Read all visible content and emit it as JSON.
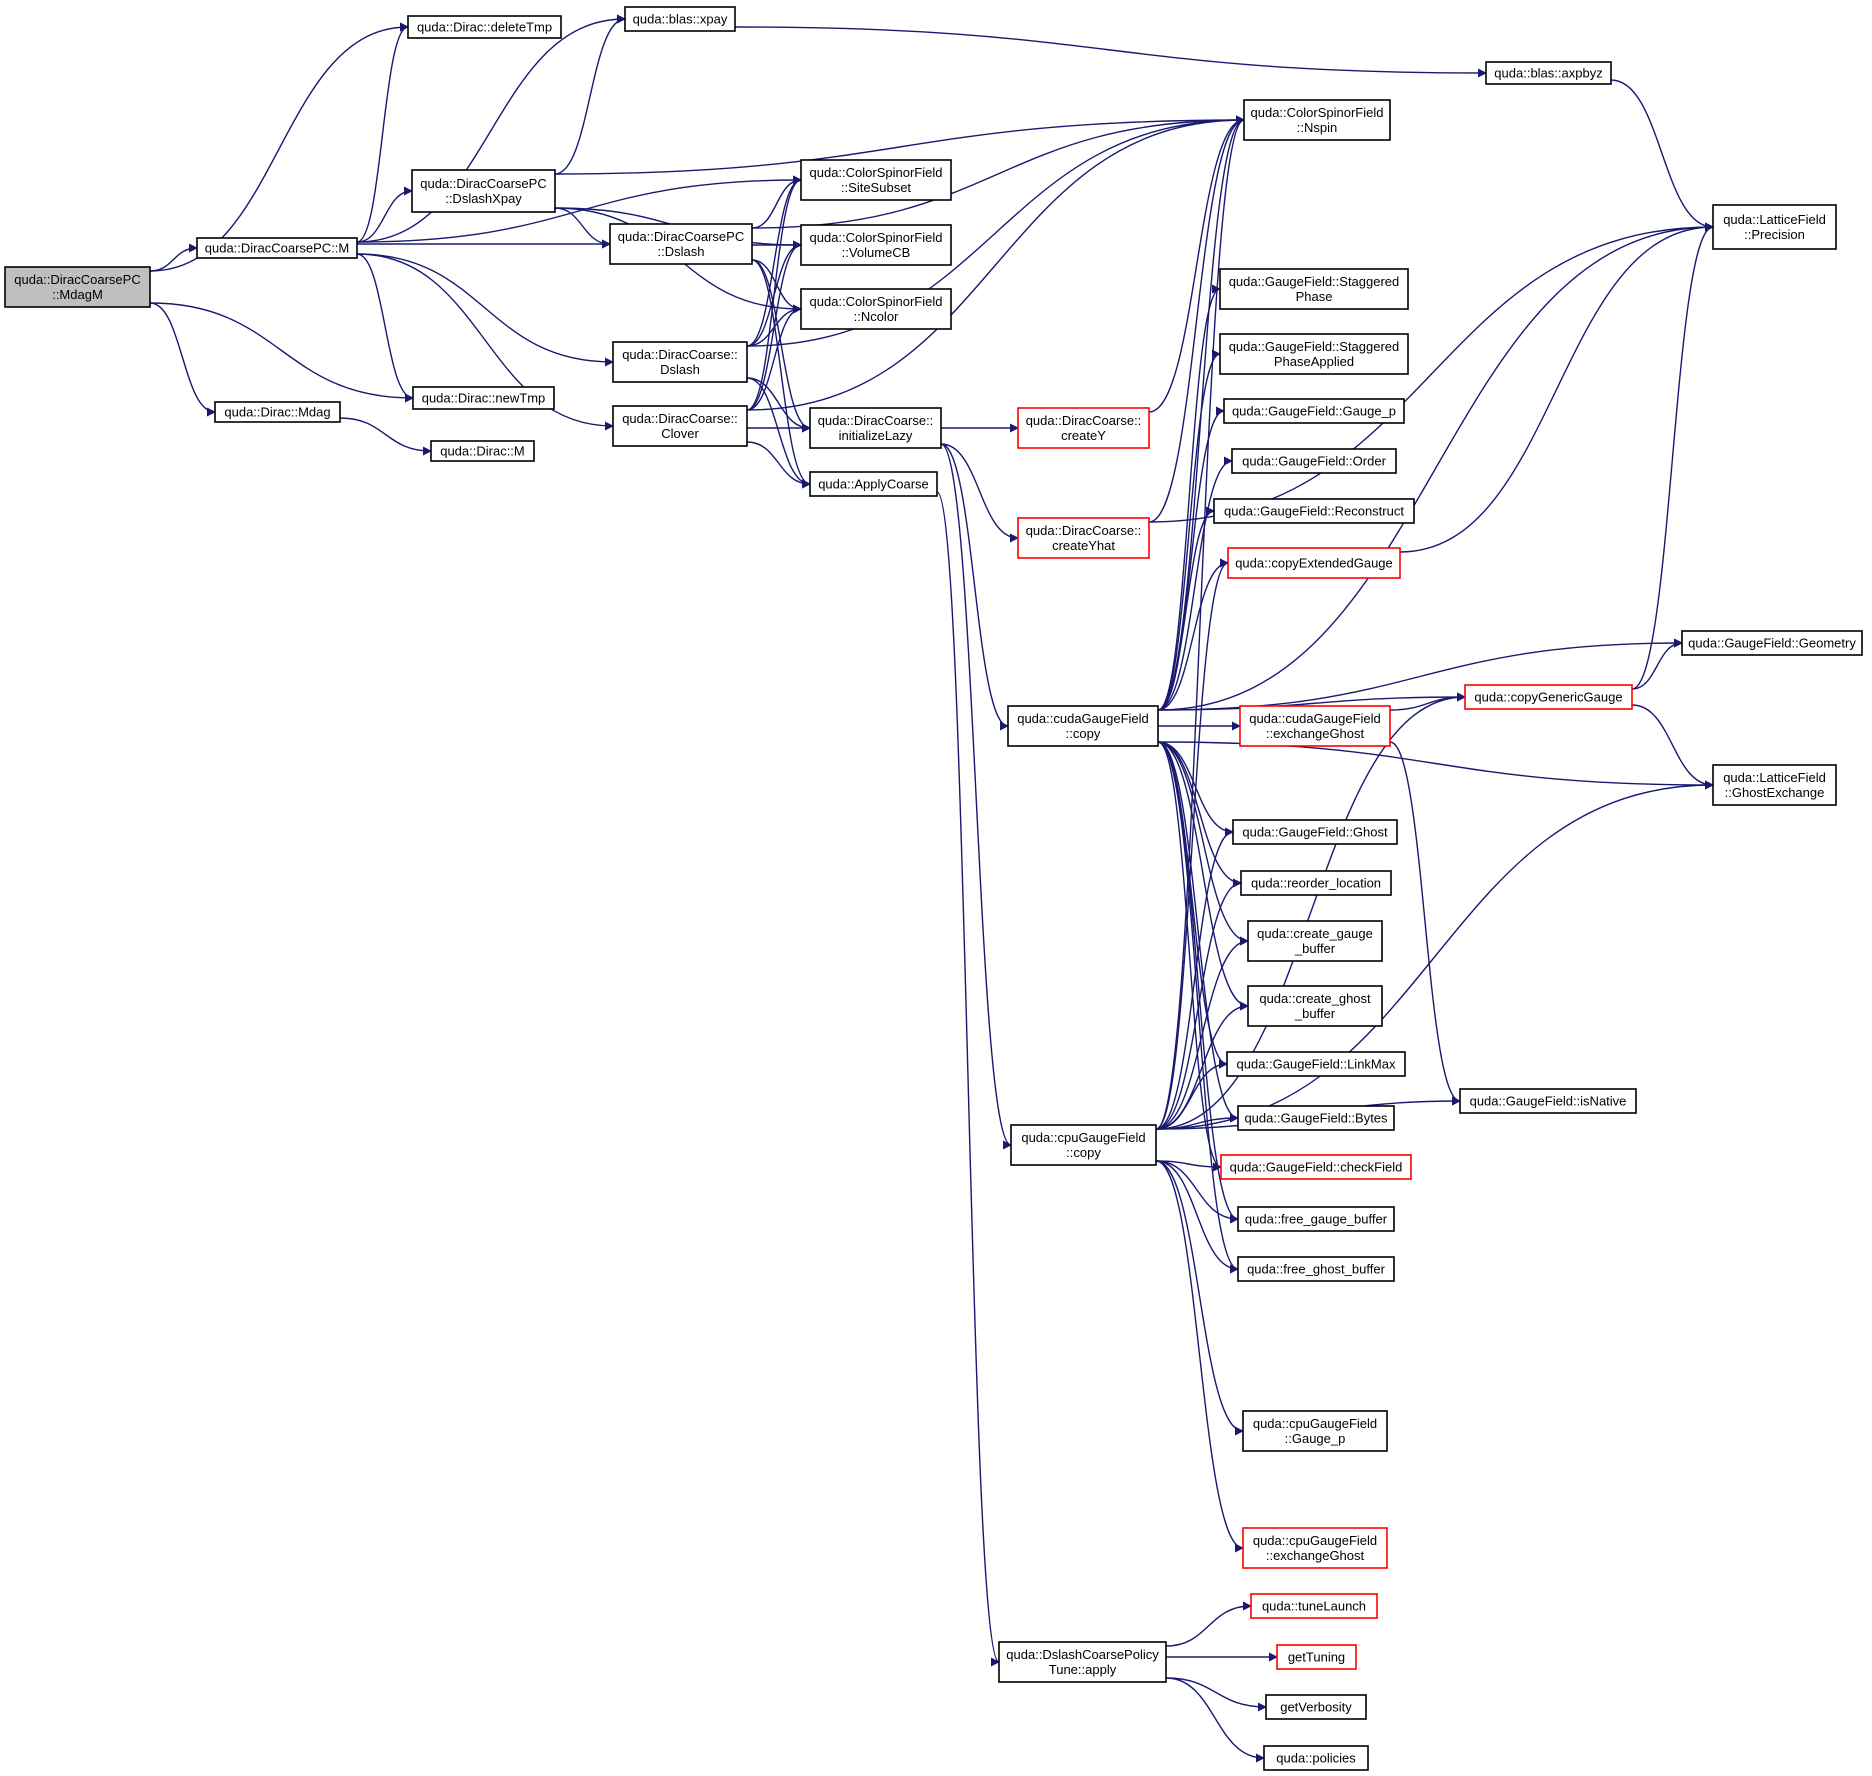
{
  "colors": {
    "edge": "#191970",
    "root_fill": "#bfbfbf",
    "node_border": "#000000",
    "truncated_border": "#ff0000"
  },
  "nodes": {
    "mdagm": {
      "lines": [
        "quda::DiracCoarsePC",
        "::MdagM"
      ],
      "style": "root"
    },
    "pc_m": {
      "lines": [
        "quda::DiracCoarsePC::M"
      ]
    },
    "dirac_mdag": {
      "lines": [
        "quda::Dirac::Mdag"
      ]
    },
    "dirac_m": {
      "lines": [
        "quda::Dirac::M"
      ]
    },
    "deletetmp": {
      "lines": [
        "quda::Dirac::deleteTmp"
      ]
    },
    "newtmp": {
      "lines": [
        "quda::Dirac::newTmp"
      ]
    },
    "xpay": {
      "lines": [
        "quda::blas::xpay"
      ]
    },
    "axpbyz": {
      "lines": [
        "quda::blas::axpbyz"
      ]
    },
    "pc_dslashxpay": {
      "lines": [
        "quda::DiracCoarsePC",
        "::DslashXpay"
      ]
    },
    "pc_dslash": {
      "lines": [
        "quda::DiracCoarsePC",
        "::Dslash"
      ]
    },
    "c_dslash": {
      "lines": [
        "quda::DiracCoarse::",
        "Dslash"
      ]
    },
    "c_clover": {
      "lines": [
        "quda::DiracCoarse::",
        "Clover"
      ]
    },
    "nspin": {
      "lines": [
        "quda::ColorSpinorField",
        "::Nspin"
      ]
    },
    "sitesubset": {
      "lines": [
        "quda::ColorSpinorField",
        "::SiteSubset"
      ]
    },
    "volumecb": {
      "lines": [
        "quda::ColorSpinorField",
        "::VolumeCB"
      ]
    },
    "ncolor": {
      "lines": [
        "quda::ColorSpinorField",
        "::Ncolor"
      ]
    },
    "initlazy": {
      "lines": [
        "quda::DiracCoarse::",
        "initializeLazy"
      ]
    },
    "applycoarse": {
      "lines": [
        "quda::ApplyCoarse"
      ]
    },
    "createy": {
      "lines": [
        "quda::DiracCoarse::",
        "createY"
      ],
      "style": "truncated"
    },
    "createyhat": {
      "lines": [
        "quda::DiracCoarse::",
        "createYhat"
      ],
      "style": "truncated"
    },
    "precision": {
      "lines": [
        "quda::LatticeField",
        "::Precision"
      ]
    },
    "staggeredphase": {
      "lines": [
        "quda::GaugeField::Staggered",
        "Phase"
      ]
    },
    "staggeredphaseapplied": {
      "lines": [
        "quda::GaugeField::Staggered",
        "PhaseApplied"
      ]
    },
    "gauge_p": {
      "lines": [
        "quda::GaugeField::Gauge_p"
      ]
    },
    "order": {
      "lines": [
        "quda::GaugeField::Order"
      ]
    },
    "reconstruct": {
      "lines": [
        "quda::GaugeField::Reconstruct"
      ]
    },
    "copyextendedgauge": {
      "lines": [
        "quda::copyExtendedGauge"
      ],
      "style": "truncated"
    },
    "geometry": {
      "lines": [
        "quda::GaugeField::Geometry"
      ]
    },
    "copygenericgauge": {
      "lines": [
        "quda::copyGenericGauge"
      ],
      "style": "truncated"
    },
    "cudagf_copy": {
      "lines": [
        "quda::cudaGaugeField",
        "::copy"
      ]
    },
    "cudagf_exghost": {
      "lines": [
        "quda::cudaGaugeField",
        "::exchangeGhost"
      ],
      "style": "truncated"
    },
    "ghostexchange": {
      "lines": [
        "quda::LatticeField",
        "::GhostExchange"
      ]
    },
    "gf_ghost": {
      "lines": [
        "quda::GaugeField::Ghost"
      ]
    },
    "reorder_location": {
      "lines": [
        "quda::reorder_location"
      ]
    },
    "create_gauge_buffer": {
      "lines": [
        "quda::create_gauge",
        "_buffer"
      ]
    },
    "create_ghost_buffer": {
      "lines": [
        "quda::create_ghost",
        "_buffer"
      ]
    },
    "linkmax": {
      "lines": [
        "quda::GaugeField::LinkMax"
      ]
    },
    "isnative": {
      "lines": [
        "quda::GaugeField::isNative"
      ]
    },
    "cpugf_copy": {
      "lines": [
        "quda::cpuGaugeField",
        "::copy"
      ]
    },
    "bytes": {
      "lines": [
        "quda::GaugeField::Bytes"
      ]
    },
    "checkfield": {
      "lines": [
        "quda::GaugeField::checkField"
      ],
      "style": "truncated"
    },
    "free_gauge_buffer": {
      "lines": [
        "quda::free_gauge_buffer"
      ]
    },
    "free_ghost_buffer": {
      "lines": [
        "quda::free_ghost_buffer"
      ]
    },
    "cpugf_gauge_p": {
      "lines": [
        "quda::cpuGaugeField",
        "::Gauge_p"
      ]
    },
    "cpugf_exghost": {
      "lines": [
        "quda::cpuGaugeField",
        "::exchangeGhost"
      ],
      "style": "truncated"
    },
    "tunelaunch": {
      "lines": [
        "quda::tuneLaunch"
      ],
      "style": "truncated"
    },
    "dslashpolicy_apply": {
      "lines": [
        "quda::DslashCoarsePolicy",
        "Tune::apply"
      ]
    },
    "gettuning": {
      "lines": [
        "getTuning"
      ],
      "style": "truncated"
    },
    "getverbosity": {
      "lines": [
        "getVerbosity"
      ]
    },
    "policies": {
      "lines": [
        "quda::policies"
      ]
    }
  },
  "edges": [
    [
      "mdagm",
      "deletetmp"
    ],
    [
      "mdagm",
      "pc_m"
    ],
    [
      "mdagm",
      "newtmp"
    ],
    [
      "mdagm",
      "dirac_mdag"
    ],
    [
      "dirac_mdag",
      "dirac_m"
    ],
    [
      "pc_m",
      "deletetmp"
    ],
    [
      "pc_m",
      "xpay"
    ],
    [
      "pc_m",
      "sitesubset"
    ],
    [
      "pc_m",
      "pc_dslashxpay"
    ],
    [
      "pc_m",
      "pc_dslash"
    ],
    [
      "pc_m",
      "c_dslash"
    ],
    [
      "pc_m",
      "c_clover"
    ],
    [
      "pc_m",
      "newtmp"
    ],
    [
      "xpay",
      "axpbyz"
    ],
    [
      "pc_dslashxpay",
      "xpay"
    ],
    [
      "pc_dslashxpay",
      "nspin"
    ],
    [
      "pc_dslashxpay",
      "volumecb"
    ],
    [
      "pc_dslashxpay",
      "pc_dslash"
    ],
    [
      "pc_dslashxpay",
      "ncolor"
    ],
    [
      "pc_dslash",
      "nspin"
    ],
    [
      "pc_dslash",
      "sitesubset"
    ],
    [
      "pc_dslash",
      "volumecb"
    ],
    [
      "pc_dslash",
      "ncolor"
    ],
    [
      "pc_dslash",
      "initlazy"
    ],
    [
      "pc_dslash",
      "applycoarse"
    ],
    [
      "c_dslash",
      "sitesubset"
    ],
    [
      "c_dslash",
      "volumecb"
    ],
    [
      "c_dslash",
      "ncolor"
    ],
    [
      "c_dslash",
      "nspin"
    ],
    [
      "c_dslash",
      "initlazy"
    ],
    [
      "c_dslash",
      "applycoarse"
    ],
    [
      "c_clover",
      "sitesubset"
    ],
    [
      "c_clover",
      "volumecb"
    ],
    [
      "c_clover",
      "ncolor"
    ],
    [
      "c_clover",
      "initlazy"
    ],
    [
      "c_clover",
      "applycoarse"
    ],
    [
      "c_clover",
      "nspin"
    ],
    [
      "initlazy",
      "createy"
    ],
    [
      "initlazy",
      "createyhat"
    ],
    [
      "initlazy",
      "cudagf_copy"
    ],
    [
      "initlazy",
      "cpugf_copy"
    ],
    [
      "createy",
      "nspin"
    ],
    [
      "createyhat",
      "nspin"
    ],
    [
      "createyhat",
      "precision"
    ],
    [
      "axpbyz",
      "precision"
    ],
    [
      "applycoarse",
      "dslashpolicy_apply"
    ],
    [
      "cudagf_copy",
      "nspin"
    ],
    [
      "cudagf_copy",
      "precision"
    ],
    [
      "cudagf_copy",
      "staggeredphase"
    ],
    [
      "cudagf_copy",
      "staggeredphaseapplied"
    ],
    [
      "cudagf_copy",
      "gauge_p"
    ],
    [
      "cudagf_copy",
      "order"
    ],
    [
      "cudagf_copy",
      "reconstruct"
    ],
    [
      "cudagf_copy",
      "copyextendedgauge"
    ],
    [
      "cudagf_copy",
      "geometry"
    ],
    [
      "cudagf_copy",
      "copygenericgauge"
    ],
    [
      "cudagf_copy",
      "cudagf_exghost"
    ],
    [
      "cudagf_copy",
      "ghostexchange"
    ],
    [
      "cudagf_copy",
      "gf_ghost"
    ],
    [
      "cudagf_copy",
      "reorder_location"
    ],
    [
      "cudagf_copy",
      "create_gauge_buffer"
    ],
    [
      "cudagf_copy",
      "create_ghost_buffer"
    ],
    [
      "cudagf_copy",
      "linkmax"
    ],
    [
      "cudagf_copy",
      "bytes"
    ],
    [
      "cudagf_copy",
      "checkfield"
    ],
    [
      "cudagf_copy",
      "free_gauge_buffer"
    ],
    [
      "cudagf_copy",
      "free_ghost_buffer"
    ],
    [
      "cudagf_exghost",
      "copygenericgauge"
    ],
    [
      "cudagf_exghost",
      "isnative"
    ],
    [
      "copygenericgauge",
      "geometry"
    ],
    [
      "copygenericgauge",
      "ghostexchange"
    ],
    [
      "copygenericgauge",
      "precision"
    ],
    [
      "copyextendedgauge",
      "precision"
    ],
    [
      "cpugf_copy",
      "nspin"
    ],
    [
      "cpugf_copy",
      "copyextendedgauge"
    ],
    [
      "cpugf_copy",
      "gf_ghost"
    ],
    [
      "cpugf_copy",
      "reorder_location"
    ],
    [
      "cpugf_copy",
      "create_gauge_buffer"
    ],
    [
      "cpugf_copy",
      "create_ghost_buffer"
    ],
    [
      "cpugf_copy",
      "linkmax"
    ],
    [
      "cpugf_copy",
      "bytes"
    ],
    [
      "cpugf_copy",
      "checkfield"
    ],
    [
      "cpugf_copy",
      "free_gauge_buffer"
    ],
    [
      "cpugf_copy",
      "free_ghost_buffer"
    ],
    [
      "cpugf_copy",
      "copygenericgauge"
    ],
    [
      "cpugf_copy",
      "isnative"
    ],
    [
      "cpugf_copy",
      "cpugf_gauge_p"
    ],
    [
      "cpugf_copy",
      "ghostexchange"
    ],
    [
      "cpugf_copy",
      "cpugf_exghost"
    ],
    [
      "dslashpolicy_apply",
      "tunelaunch"
    ],
    [
      "dslashpolicy_apply",
      "gettuning"
    ],
    [
      "dslashpolicy_apply",
      "getverbosity"
    ],
    [
      "dslashpolicy_apply",
      "policies"
    ]
  ]
}
